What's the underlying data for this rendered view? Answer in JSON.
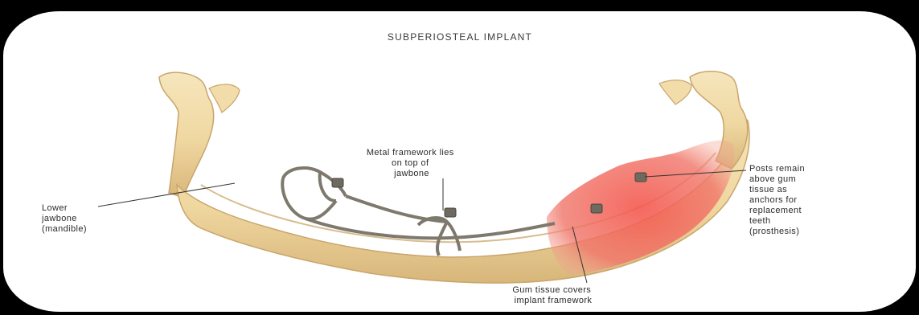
{
  "title": "SUBPERIOSTEAL IMPLANT",
  "labels": {
    "jawbone": [
      "Lower",
      "jawbone",
      "(mandible)"
    ],
    "framework": [
      "Metal framework lies",
      "on top of",
      "jawbone"
    ],
    "posts": [
      "Posts remain",
      "above gum",
      "tissue as",
      "anchors for",
      "replacement",
      "teeth",
      "(prosthesis)"
    ],
    "gum": [
      "Gum tissue covers",
      "implant framework"
    ]
  },
  "colors": {
    "bone": "#efd8a2",
    "bone_shadow": "#cfae6e",
    "gum": "#ee6a60",
    "metal": "#8a8578",
    "background": "#ffffff"
  }
}
